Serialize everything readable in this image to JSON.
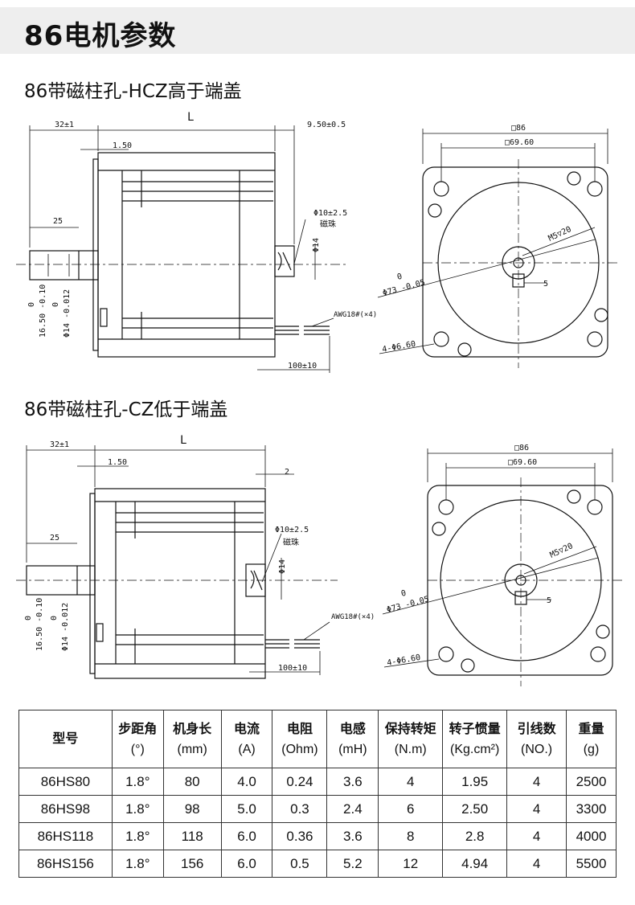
{
  "header": {
    "title": "86电机参数"
  },
  "sections": [
    {
      "title": "86带磁柱孔-HCZ高于端盖",
      "labels": {
        "L": "L",
        "dim_32": "32±1",
        "dim_950": "9.50±0.5",
        "dim_150": "1.50",
        "dim_25": "25",
        "dim_phi10": "Φ10±2.5",
        "magnet": "磁珠",
        "dim_phi14": "Φ14",
        "awg": "AWG18#(×4)",
        "dim_100": "100±10",
        "shaft_dia": "16.50 -0.10",
        "shaft_phi14": "Φ14 -0.012",
        "zero": "0",
        "sq86": "□86",
        "sq69": "□69.60",
        "m5": "M5▽20",
        "phi73": "Φ73 -0.05",
        "phi73_zero": "0",
        "key5": "5",
        "holes": "4-Φ6.60"
      }
    },
    {
      "title": "86带磁柱孔-CZ低于端盖",
      "labels": {
        "L": "L",
        "dim_32": "32±1",
        "dim_2": "2",
        "dim_150": "1.50",
        "dim_25": "25",
        "dim_phi10": "Φ10±2.5",
        "magnet": "磁珠",
        "dim_phi14": "Φ14",
        "awg": "AWG18#(×4)",
        "dim_100": "100±10",
        "shaft_dia": "16.50 -0.10",
        "shaft_phi14": "Φ14 -0.012",
        "zero": "0",
        "sq86": "□86",
        "sq69": "□69.60",
        "m5": "M5▽20",
        "phi73": "Φ73 -0.05",
        "phi73_zero": "0",
        "key5": "5",
        "holes": "4-Φ6.60"
      }
    }
  ],
  "table": {
    "headers": [
      {
        "name": "型号",
        "unit": ""
      },
      {
        "name": "步距角",
        "unit": "(°)"
      },
      {
        "name": "机身长",
        "unit": "(mm)"
      },
      {
        "name": "电流",
        "unit": "(A)"
      },
      {
        "name": "电阻",
        "unit": "(Ohm)"
      },
      {
        "name": "电感",
        "unit": "(mH)"
      },
      {
        "name": "保持转矩",
        "unit": "(N.m)"
      },
      {
        "name": "转子惯量",
        "unit": "(Kg.cm²)"
      },
      {
        "name": "引线数",
        "unit": "(NO.)"
      },
      {
        "name": "重量",
        "unit": "(g)"
      }
    ],
    "rows": [
      [
        "86HS80",
        "1.8°",
        "80",
        "4.0",
        "0.24",
        "3.6",
        "4",
        "1.95",
        "4",
        "2500"
      ],
      [
        "86HS98",
        "1.8°",
        "98",
        "5.0",
        "0.3",
        "2.4",
        "6",
        "2.50",
        "4",
        "3300"
      ],
      [
        "86HS118",
        "1.8°",
        "118",
        "6.0",
        "0.36",
        "3.6",
        "8",
        "2.8",
        "4",
        "4000"
      ],
      [
        "86HS156",
        "1.8°",
        "156",
        "6.0",
        "0.5",
        "5.2",
        "12",
        "4.94",
        "4",
        "5500"
      ]
    ]
  }
}
